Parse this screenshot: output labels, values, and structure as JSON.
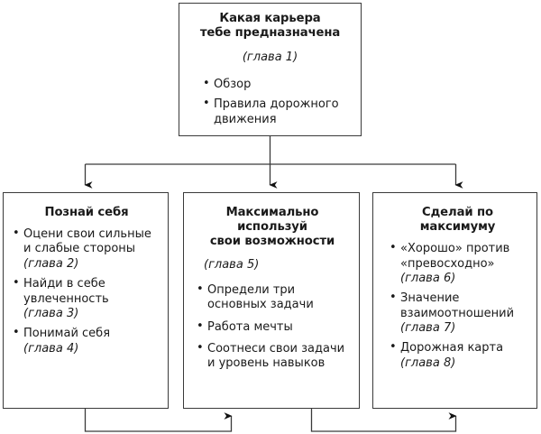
{
  "diagram": {
    "title": "Какая карьера тебе предназначена",
    "line_color": "#3a3a3a",
    "background": "#ffffff",
    "text_color": "#1a1a1a"
  },
  "root": {
    "title_line1": "Какая карьера",
    "title_line2": "тебе предназначена",
    "chapter": "(глава 1)",
    "bullets": [
      {
        "text": "Обзор"
      },
      {
        "text": "Правила дорожного",
        "cont": "движения"
      }
    ]
  },
  "branches": [
    {
      "id": "know-yourself",
      "title_line1": "Познай себя",
      "title_line2": "",
      "chapter": "",
      "bullets": [
        {
          "text": "Оцени свои сильные",
          "cont": "и слабые стороны",
          "chapter": "(глава 2)"
        },
        {
          "text": "Найди в себе",
          "cont": "увлеченность",
          "chapter": "(глава 3)"
        },
        {
          "text": "Понимай себя",
          "cont": "",
          "chapter": "(глава 4)"
        }
      ]
    },
    {
      "id": "maximize",
      "title_line1": "Максимально используй",
      "title_line2": "свои возможности",
      "chapter": "(глава 5)",
      "bullets": [
        {
          "text": "Определи три",
          "cont": "основных задачи",
          "chapter": ""
        },
        {
          "text": "Работа мечты",
          "cont": "",
          "chapter": ""
        },
        {
          "text": "Соотнеси свои задачи",
          "cont": "и уровень навыков",
          "chapter": ""
        }
      ]
    },
    {
      "id": "do-your-best",
      "title_line1": "Сделай по максимуму",
      "title_line2": "",
      "chapter": "",
      "bullets": [
        {
          "text": "«Хорошо» против",
          "cont": "«превосходно»",
          "chapter": "(глава 6)"
        },
        {
          "text": "Значение",
          "cont": "взаимоотношений",
          "chapter": "(глава 7)"
        },
        {
          "text": "Дорожная карта",
          "cont": "",
          "chapter": "(глава 8)"
        }
      ]
    }
  ]
}
